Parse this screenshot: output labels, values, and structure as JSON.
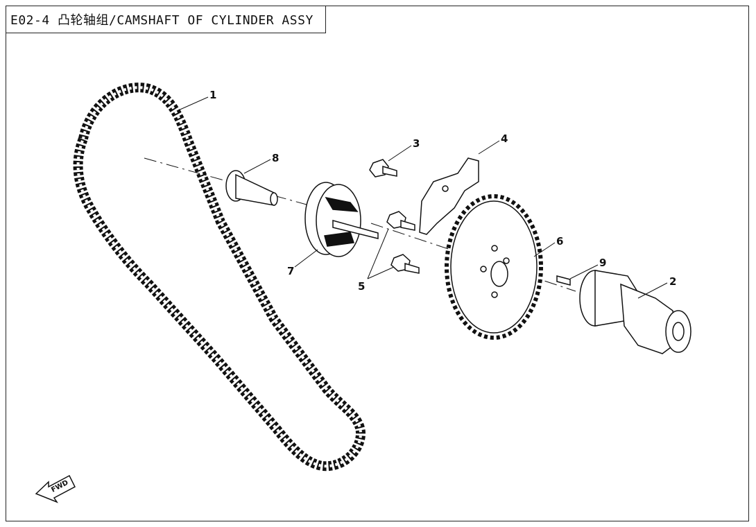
{
  "header": {
    "title": "E02-4 凸轮轴组/CAMSHAFT OF CYLINDER ASSY"
  },
  "callouts": [
    "1",
    "2",
    "3",
    "4",
    "5",
    "6",
    "7",
    "8",
    "9"
  ],
  "direction": {
    "label": "FWD"
  },
  "colors": {
    "line": "#111111",
    "paper": "#ffffff"
  },
  "parts": [
    {
      "id": "1",
      "kind": "timing-chain"
    },
    {
      "id": "2",
      "kind": "camshaft"
    },
    {
      "id": "3",
      "kind": "bolt"
    },
    {
      "id": "4",
      "kind": "plate"
    },
    {
      "id": "5",
      "kind": "bolts"
    },
    {
      "id": "6",
      "kind": "sprocket"
    },
    {
      "id": "7",
      "kind": "decompressor"
    },
    {
      "id": "8",
      "kind": "pin-bolt"
    },
    {
      "id": "9",
      "kind": "dowel-pin"
    }
  ]
}
